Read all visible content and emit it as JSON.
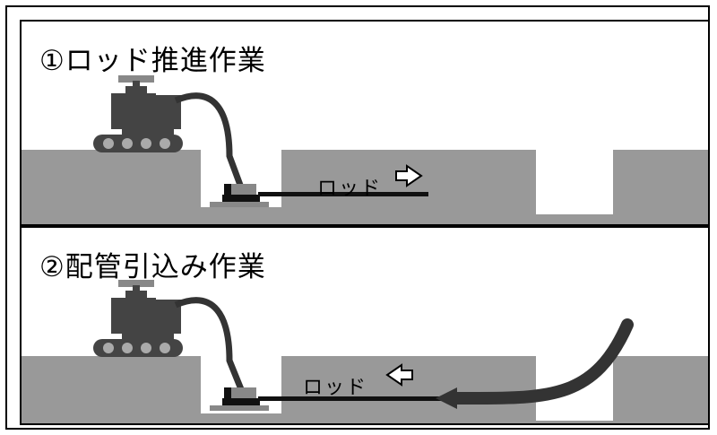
{
  "panels": [
    {
      "title": "①ロッド推進作業",
      "rod_label": "ロッド",
      "arrow_direction": "right"
    },
    {
      "title": "②配管引込み作業",
      "rod_label": "ロッド",
      "arrow_direction": "left"
    }
  ],
  "colors": {
    "ground": "#999999",
    "machine": "#444444",
    "hose": "#333333",
    "rod": "#111111",
    "arrow_fill": "#ffffff",
    "border": "#000000"
  },
  "icons": [
    "excavator-icon",
    "drill-head-icon",
    "direction-arrow-icon"
  ]
}
